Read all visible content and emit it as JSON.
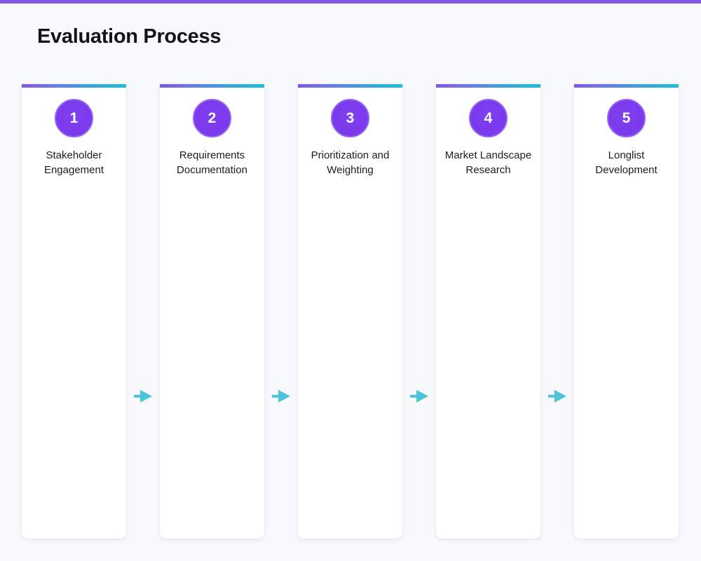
{
  "page": {
    "title": "Evaluation Process",
    "background_color": "#f8f9fc",
    "top_strip_color": "#8257e6",
    "title_color": "#13131a"
  },
  "theme": {
    "accent_gradient_start": "#8257e6",
    "accent_gradient_end": "#1ebfd8",
    "badge_color": "#7c3aed",
    "badge_ring_color": "#9466f2",
    "badge_text_color": "#ffffff",
    "arrow_color": "#4dc4d9",
    "card_background": "#ffffff",
    "label_color": "#1c1c24"
  },
  "process": {
    "steps": [
      {
        "number": "1",
        "label": "Stakeholder Engagement"
      },
      {
        "number": "2",
        "label": "Requirements Documentation"
      },
      {
        "number": "3",
        "label": "Prioritization and Weighting"
      },
      {
        "number": "4",
        "label": "Market Landscape Research"
      },
      {
        "number": "5",
        "label": "Longlist Development"
      }
    ],
    "connectors": [
      {
        "icon": "arrow-right-icon"
      },
      {
        "icon": "arrow-right-icon"
      },
      {
        "icon": "arrow-right-icon"
      },
      {
        "icon": "arrow-right-icon"
      }
    ]
  }
}
